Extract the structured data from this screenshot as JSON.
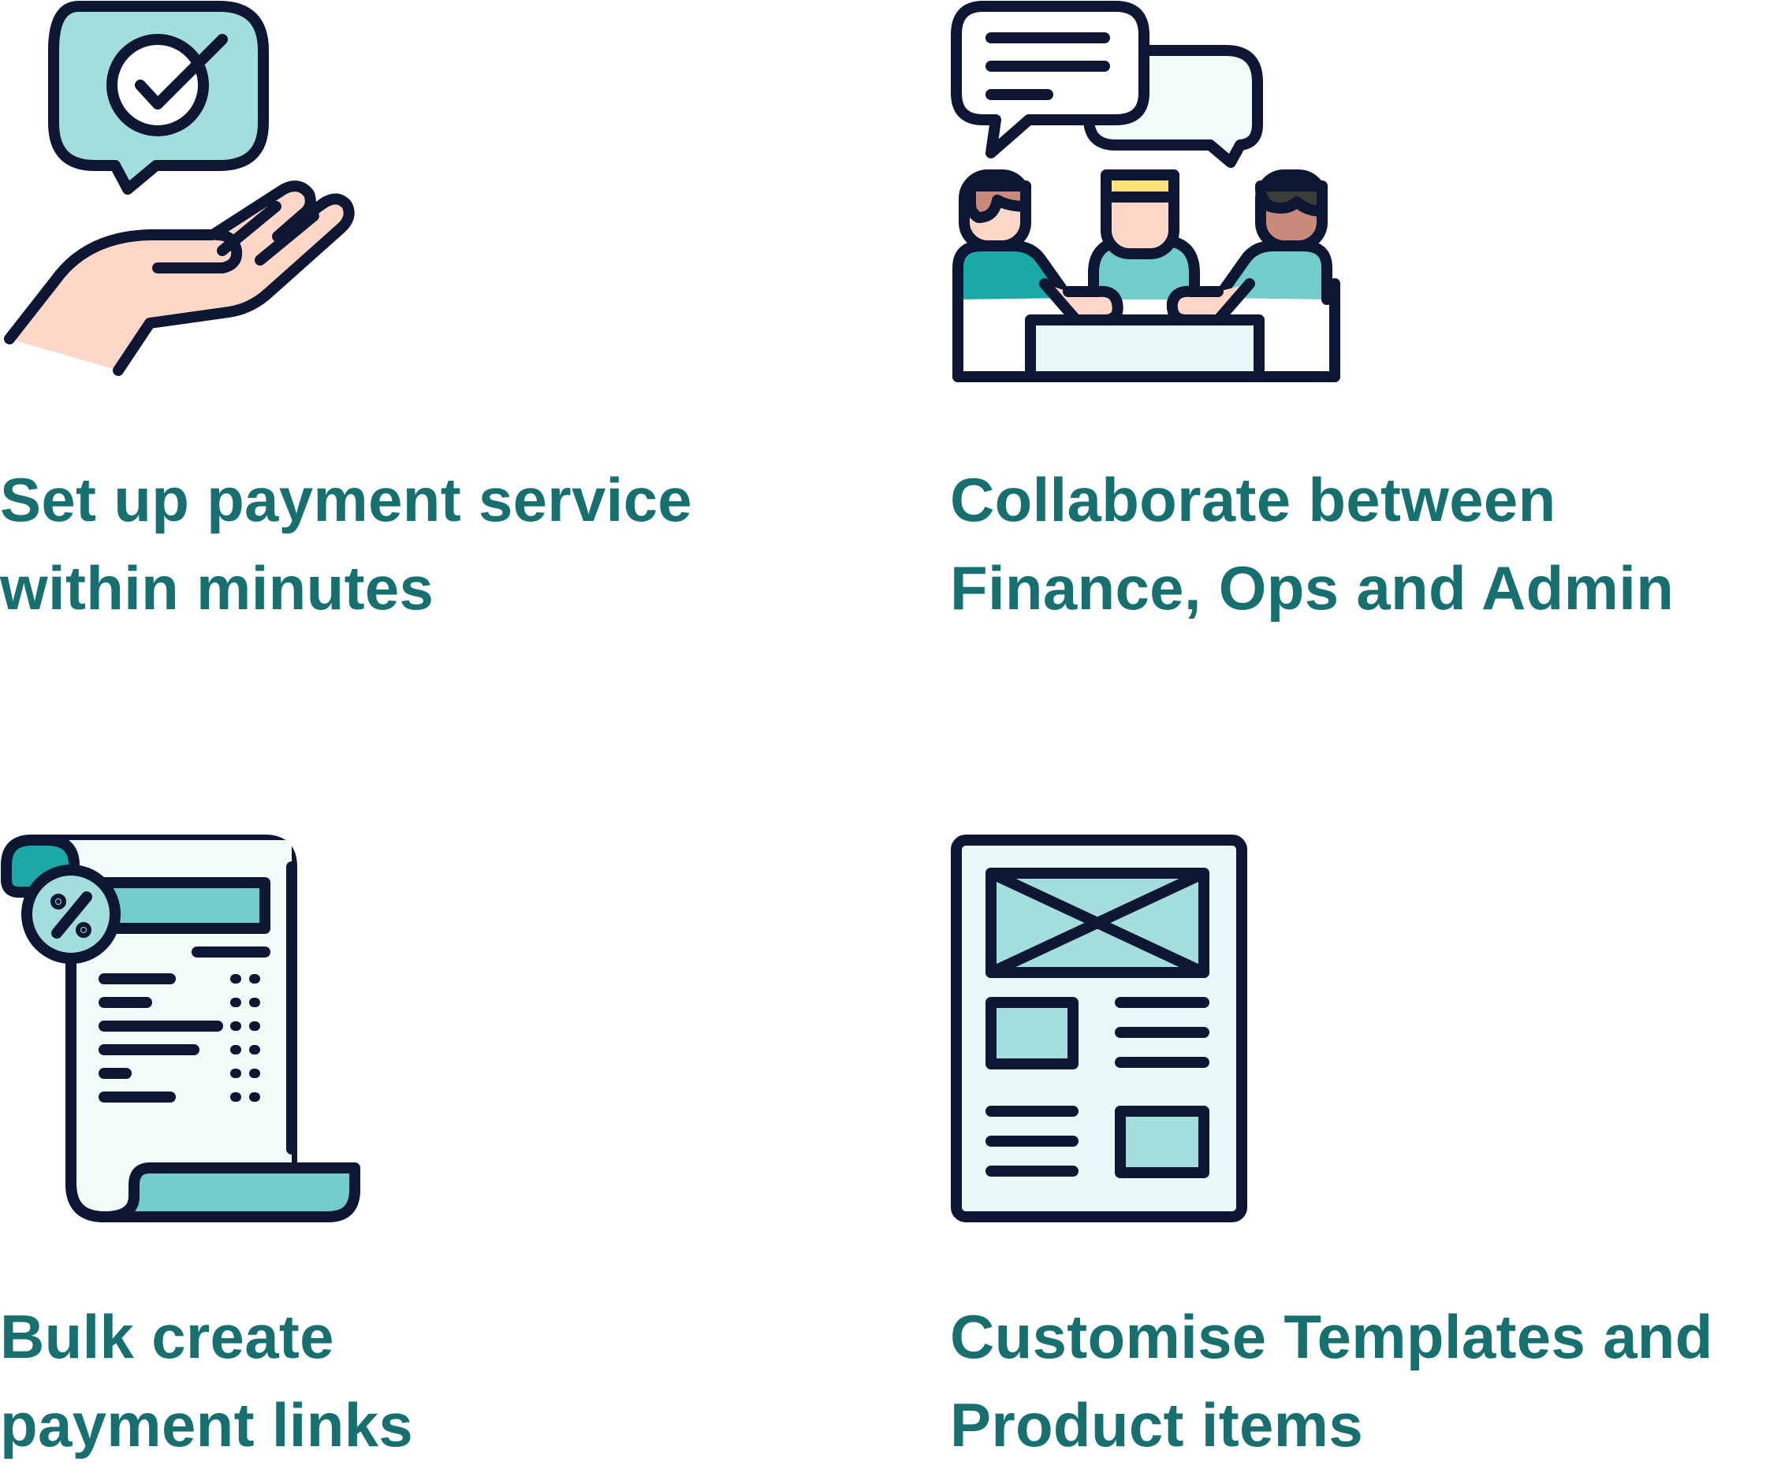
{
  "features": [
    {
      "icon": "hand-checkmark-icon",
      "lines": [
        "Set up payment service",
        "within minutes"
      ]
    },
    {
      "icon": "team-collaboration-icon",
      "lines": [
        "Collaborate between",
        "Finance, Ops and Admin"
      ]
    },
    {
      "icon": "receipt-discount-icon",
      "lines": [
        "Bulk create",
        "payment links"
      ]
    },
    {
      "icon": "layout-template-icon",
      "lines": [
        "Customise Templates and",
        "Product items"
      ]
    }
  ],
  "colors": {
    "text": "#17706F",
    "outline": "#0D1633",
    "teal_light": "#A3DEDC",
    "teal_mid": "#72CCC9",
    "teal_dark": "#1AA9A6",
    "paper": "#F2FAFA",
    "skin": "#FFD7C8"
  }
}
